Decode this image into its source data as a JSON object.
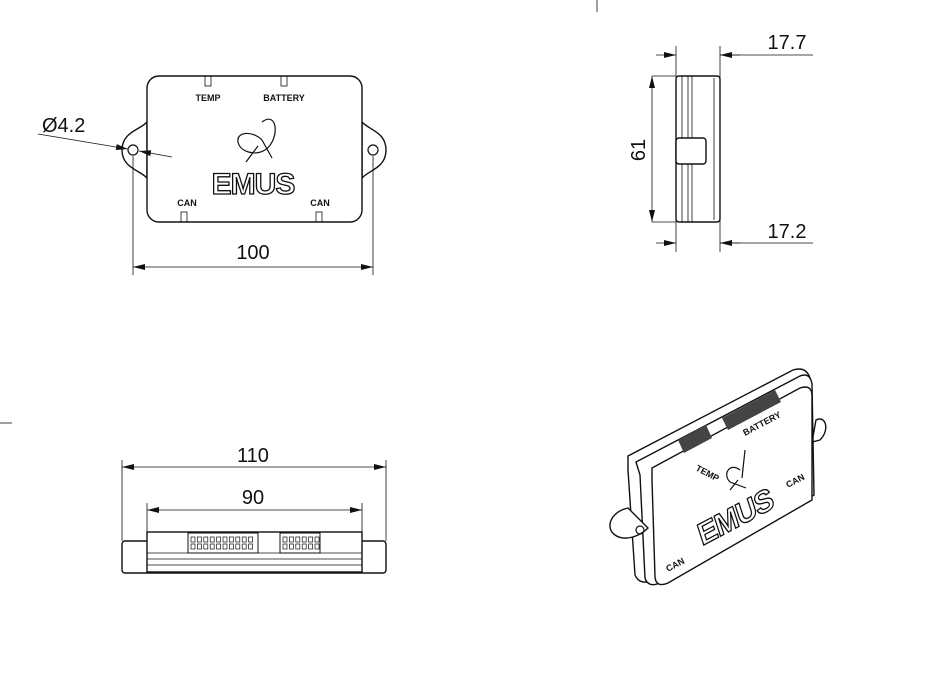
{
  "drawing": {
    "top_view": {
      "labels": {
        "temp": "TEMP",
        "battery": "BATTERY",
        "can_left": "CAN",
        "can_right": "CAN"
      },
      "logo_text": "EMUS",
      "dim_width": "100",
      "dim_hole": "Ø4.2"
    },
    "side_view": {
      "dim_height": "61",
      "dim_top_depth": "17.7",
      "dim_bottom_depth": "17.2"
    },
    "bottom_view": {
      "dim_overall": "110",
      "dim_body": "90"
    },
    "iso_view": {
      "labels": {
        "temp": "TEMP",
        "battery": "BATTERY",
        "can_left": "CAN",
        "can_right": "CAN"
      },
      "logo_text": "EMUS"
    }
  }
}
